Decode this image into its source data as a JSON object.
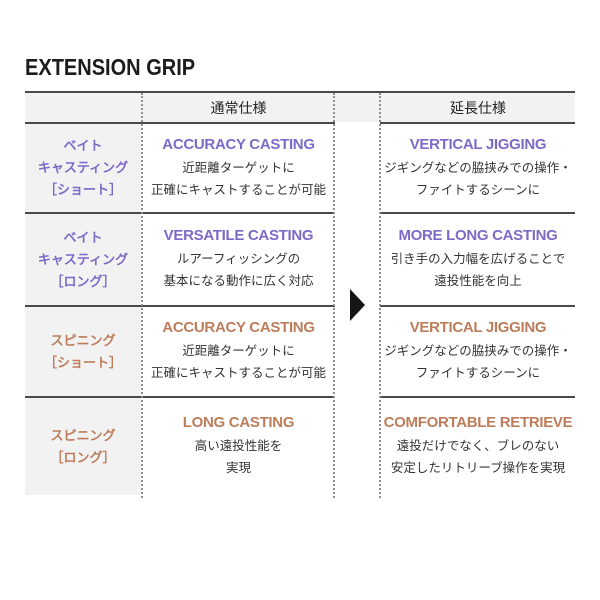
{
  "title": "EXTENSION GRIP",
  "colors": {
    "purple": "#7c6ac7",
    "brown": "#bd7d5b",
    "line": "#4a4a4a",
    "dotted": "#8f8f8f",
    "cellbg": "#f2f2f2",
    "text": "#333333",
    "arrow": "#151515"
  },
  "header": {
    "normal_label": "通常仕様",
    "extended_label": "延長仕様"
  },
  "rows": [
    {
      "label_lines": [
        "ベイト",
        "キャスティング",
        "［ショート］"
      ],
      "accent_color": "#7c6ac7",
      "normal": {
        "heading": "ACCURACY CASTING",
        "desc_lines": [
          "近距離ターゲットに",
          "正確にキャストすることが可能"
        ]
      },
      "extended": {
        "heading": "VERTICAL JIGGING",
        "desc_lines": [
          "ジギングなどの脇挟みでの操作・",
          "ファイトするシーンに"
        ]
      }
    },
    {
      "label_lines": [
        "ベイト",
        "キャスティング",
        "［ロング］"
      ],
      "accent_color": "#7c6ac7",
      "normal": {
        "heading": "VERSATILE CASTING",
        "desc_lines": [
          "ルアーフィッシングの",
          "基本になる動作に広く対応"
        ]
      },
      "extended": {
        "heading": "MORE LONG CASTING",
        "desc_lines": [
          "引き手の入力幅を広げることで",
          "遠投性能を向上"
        ]
      }
    },
    {
      "label_lines": [
        "スピニング",
        "［ショート］"
      ],
      "accent_color": "#bd7d5b",
      "normal": {
        "heading": "ACCURACY CASTING",
        "desc_lines": [
          "近距離ターゲットに",
          "正確にキャストすることが可能"
        ]
      },
      "extended": {
        "heading": "VERTICAL JIGGING",
        "desc_lines": [
          "ジギングなどの脇挟みでの操作・",
          "ファイトするシーンに"
        ]
      }
    },
    {
      "label_lines": [
        "スピニング",
        "［ロング］"
      ],
      "accent_color": "#bd7d5b",
      "normal": {
        "heading": "LONG CASTING",
        "desc_lines": [
          "高い遠投性能を",
          "実現"
        ]
      },
      "extended": {
        "heading": "COMFORTABLE RETRIEVE",
        "desc_lines": [
          "遠投だけでなく、ブレのない",
          "安定したリトリーブ操作を実現"
        ]
      }
    }
  ]
}
